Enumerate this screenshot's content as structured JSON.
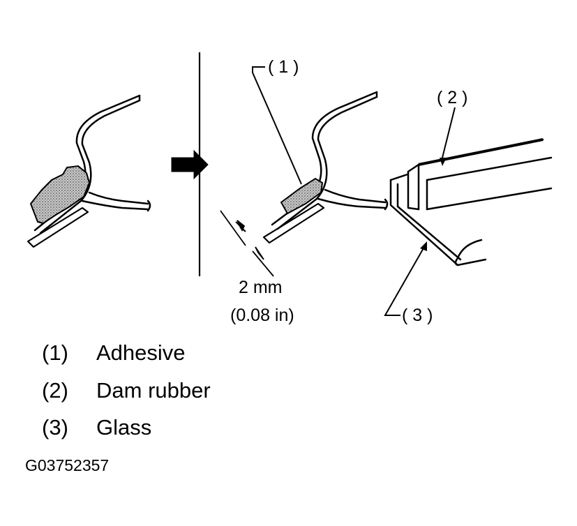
{
  "callouts": {
    "one": "( 1 )",
    "two": "( 2 )",
    "three": "( 3 )"
  },
  "dimension": {
    "metric": "2 mm",
    "imperial": "(0.08 in)"
  },
  "legend": [
    {
      "num": "(1)",
      "text": "Adhesive"
    },
    {
      "num": "(2)",
      "text": "Dam rubber"
    },
    {
      "num": "(3)",
      "text": "Glass"
    }
  ],
  "figure_id": "G03752357",
  "colors": {
    "line": "#000000",
    "adhesive_fill": "#b0b0b0"
  }
}
